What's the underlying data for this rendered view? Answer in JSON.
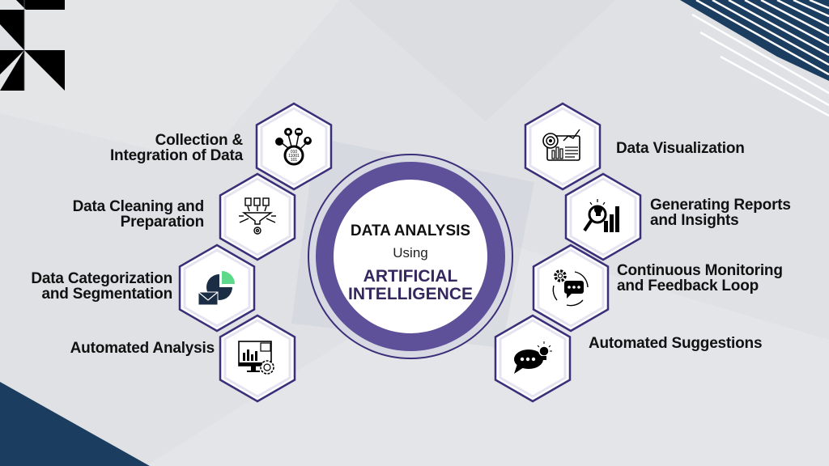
{
  "center": {
    "title": "DATA ANALYSIS",
    "connector": "Using",
    "subtitle_line1": "ARTIFICIAL",
    "subtitle_line2": "INTELLIGENCE"
  },
  "left_items": [
    {
      "line1": "Collection &",
      "line2": "Integration of Data",
      "icon": "data-collection-icon"
    },
    {
      "line1": "Data Cleaning and",
      "line2": "Preparation",
      "icon": "data-funnel-icon"
    },
    {
      "line1": "Data Categorization",
      "line2": "and Segmentation",
      "icon": "pie-chart-envelope-icon"
    },
    {
      "line1": "Automated Analysis",
      "line2": "",
      "icon": "monitor-chart-gear-icon"
    }
  ],
  "right_items": [
    {
      "line1": "Data Visualization",
      "line2": "",
      "icon": "dashboard-eye-icon"
    },
    {
      "line1": "Generating Reports",
      "line2": "and Insights",
      "icon": "bulb-magnifier-bars-icon"
    },
    {
      "line1": "Continuous Monitoring",
      "line2": "and Feedback Loop",
      "icon": "gear-chat-cycle-icon"
    },
    {
      "line1": "Automated Suggestions",
      "line2": "",
      "icon": "chat-bulb-icon"
    }
  ],
  "colors": {
    "background": "#dfe1e4",
    "hex_border": "#3b2f7a",
    "ring": "#5e5099",
    "title_dark": "#111111",
    "ai_text": "#35285f",
    "navy": "#1b3d5f",
    "accent_green": "#5ed98a"
  }
}
